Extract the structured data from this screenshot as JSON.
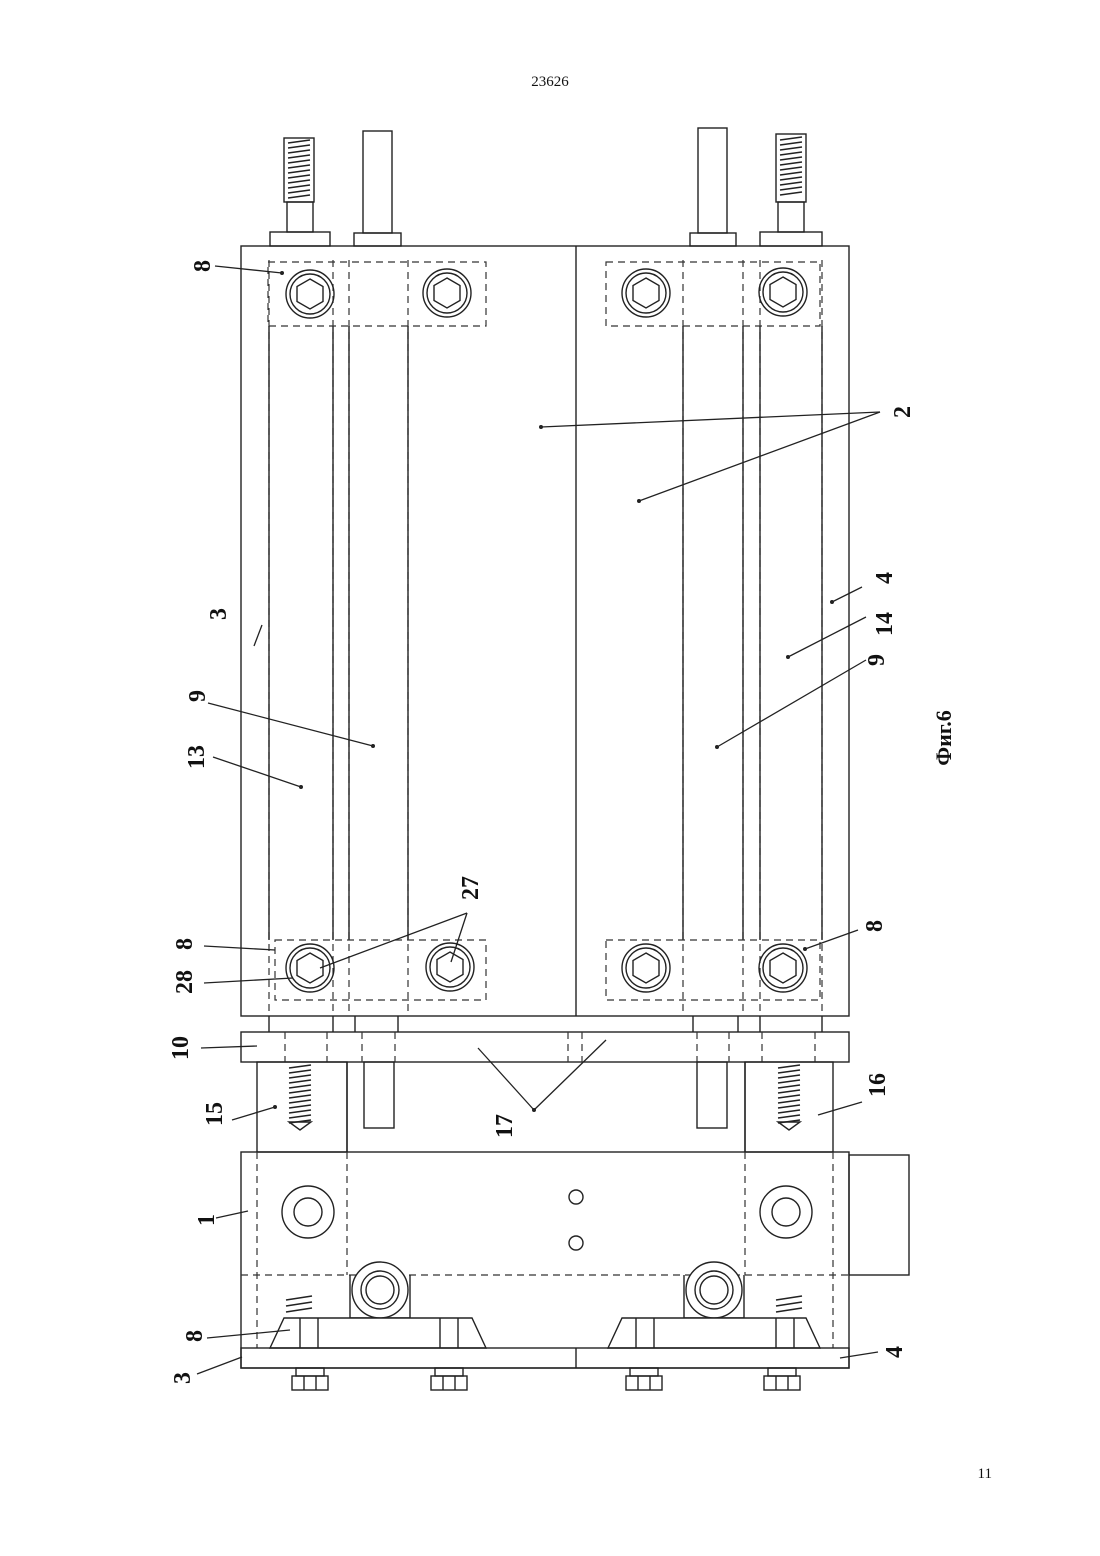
{
  "document": {
    "header_number": "23626",
    "page_number": "11",
    "figure_caption": "Фиг.6"
  },
  "callouts": {
    "l_2": "2",
    "l_3_top": "3",
    "l_3_bottom": "3",
    "l_4_top": "4",
    "l_4_bottom": "4",
    "l_8_a": "8",
    "l_8_b": "8",
    "l_8_c": "8",
    "l_8_d": "8",
    "l_9_a": "9",
    "l_9_b": "9",
    "l_10": "10",
    "l_1": "1",
    "l_13": "13",
    "l_14": "14",
    "l_15": "15",
    "l_16": "16",
    "l_17": "17",
    "l_27": "27",
    "l_28": "28"
  }
}
